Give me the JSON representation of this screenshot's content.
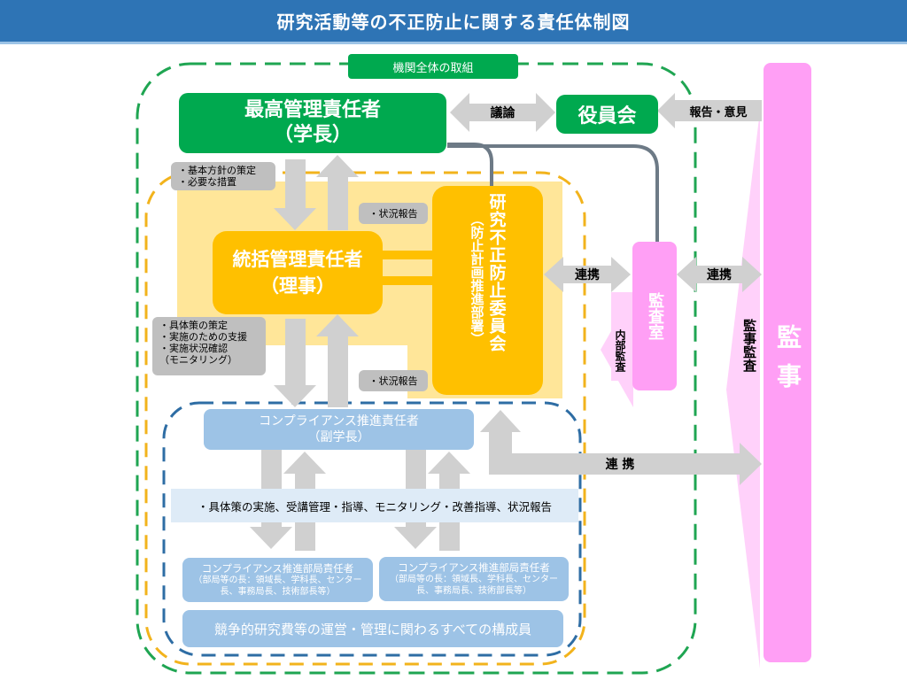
{
  "header": {
    "title": "研究活動等の不正防止に関する責任体制図"
  },
  "colors": {
    "header_bg": "#2e74b5",
    "green": "#00a94f",
    "orange": "#ffc000",
    "light_orange": "#ffe699",
    "blue": "#9dc3e6",
    "pink": "#ff9ff5",
    "light_pink": "#ffd1fa",
    "arrow_gray": "#d0d0d0",
    "callout_gray": "#bfbfbf",
    "connector_gray": "#6d7a86"
  },
  "institution_label": "機関全体の取組",
  "top_manager": {
    "title": "最高管理責任者",
    "role": "（学長）"
  },
  "board": {
    "title": "役員会"
  },
  "arrows": {
    "discussion": "議論",
    "report_opinion": "報告・意見",
    "coop_committee_audit": "連携",
    "coop_audit_auditor": "連携",
    "coop_bottom": "連 携",
    "internal_audit": "内部監査",
    "auditor_audit": "監事監査"
  },
  "callouts": {
    "top_down": [
      "・基本方針の策定",
      "・必要な措置"
    ],
    "report_1": "・状況報告",
    "mid_down": [
      "・具体策の策定",
      "・実施のための支援",
      "・実施状況確認",
      "（モニタリング）"
    ],
    "report_2": "・状況報告"
  },
  "general_manager": {
    "title": "統括管理責任者",
    "role": "（理事）"
  },
  "committee": {
    "title": "研究不正防止委員会",
    "subtitle": "（防止計画推進部署）"
  },
  "audit_office": {
    "title": "監査室"
  },
  "auditor": {
    "title": "監事"
  },
  "compliance_manager": {
    "title": "コンプライアンス推進責任者",
    "role": "（副学長）"
  },
  "compliance_tasks": "・具体策の実施、受講管理・指導、モニタリング・改善指導、状況報告",
  "dept_managers": [
    {
      "title": "コンプライアンス推進部局責任者",
      "detail": "（部局等の長：領域長、学科長、センター長、事務局長、技術部長等）"
    },
    {
      "title": "コンプライアンス推進部局責任者",
      "detail": "（部局等の長：領域長、学科長、センター長、事務局長、技術部長等）"
    }
  ],
  "all_members": "競争的研究費等の運営・管理に関わるすべての構成員"
}
